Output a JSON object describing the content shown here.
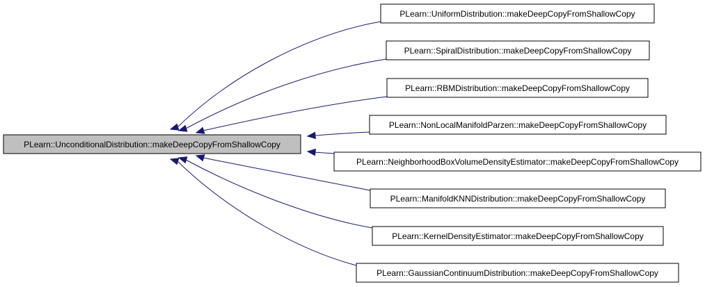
{
  "root": {
    "label": "PLearn::UnconditionalDistribution::makeDeepCopyFromShallowCopy",
    "fill": "#bfbfbf"
  },
  "children": [
    {
      "label": "PLearn::UniformDistribution::makeDeepCopyFromShallowCopy"
    },
    {
      "label": "PLearn::SpiralDistribution::makeDeepCopyFromShallowCopy"
    },
    {
      "label": "PLearn::RBMDistribution::makeDeepCopyFromShallowCopy"
    },
    {
      "label": "PLearn::NonLocalManifoldParzen::makeDeepCopyFromShallowCopy"
    },
    {
      "label": "PLearn::NeighborhoodBoxVolumeDensityEstimator::makeDeepCopyFromShallowCopy"
    },
    {
      "label": "PLearn::ManifoldKNNDistribution::makeDeepCopyFromShallowCopy"
    },
    {
      "label": "PLearn::KernelDensityEstimator::makeDeepCopyFromShallowCopy"
    },
    {
      "label": "PLearn::GaussianContinuumDistribution::makeDeepCopyFromShallowCopy"
    }
  ],
  "colors": {
    "edge": "#191970",
    "child_fill": "#ffffff",
    "border": "#000000"
  }
}
